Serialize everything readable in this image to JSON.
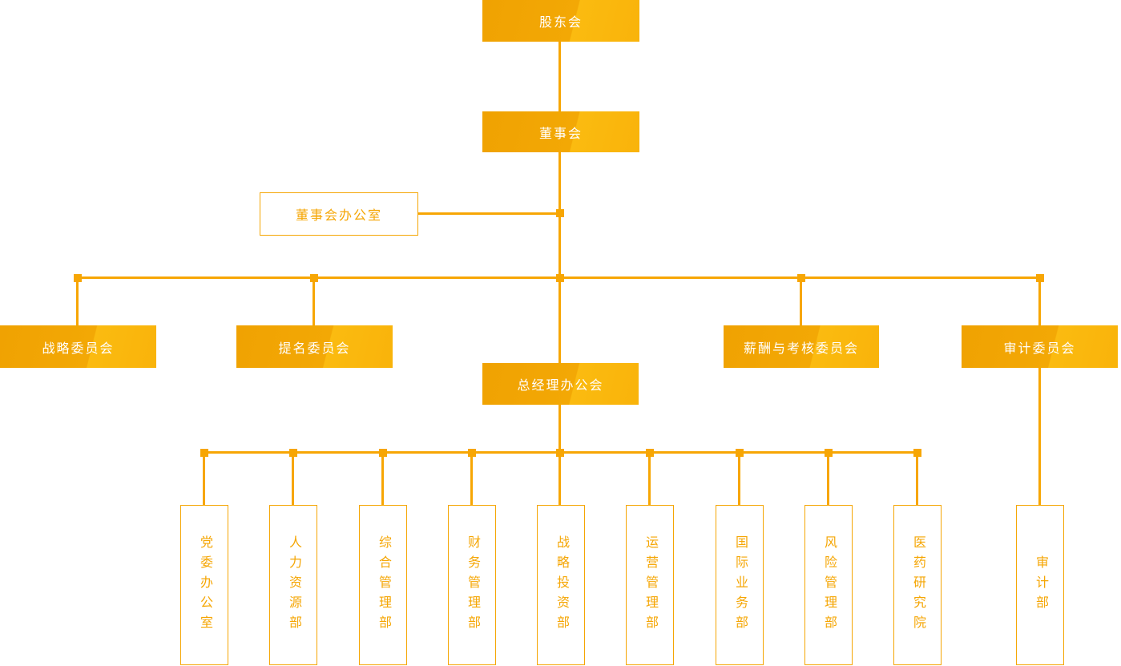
{
  "colors": {
    "accent": "#F7A604",
    "gradient_start": "#F0A202",
    "gradient_end": "#FBBB10",
    "filled_text": "#FFFFFF",
    "outline_text": "#F5A604",
    "background": "#FFFFFF"
  },
  "nodes": {
    "shareholders": {
      "label": "股东会"
    },
    "board": {
      "label": "董事会"
    },
    "board_office": {
      "label": "董事会办公室"
    },
    "gm_office": {
      "label": "总经理办公会"
    },
    "committees": [
      {
        "label": "战略委员会"
      },
      {
        "label": "提名委员会"
      },
      {
        "label": "薪酬与考核委员会"
      },
      {
        "label": "审计委员会"
      }
    ],
    "departments": [
      {
        "label": "党委办公室"
      },
      {
        "label": "人力资源部"
      },
      {
        "label": "综合管理部"
      },
      {
        "label": "财务管理部"
      },
      {
        "label": "战略投资部"
      },
      {
        "label": "运营管理部"
      },
      {
        "label": "国际业务部"
      },
      {
        "label": "风险管理部"
      },
      {
        "label": "医药研究院"
      }
    ],
    "audit_dept": {
      "label": "审计部"
    }
  }
}
